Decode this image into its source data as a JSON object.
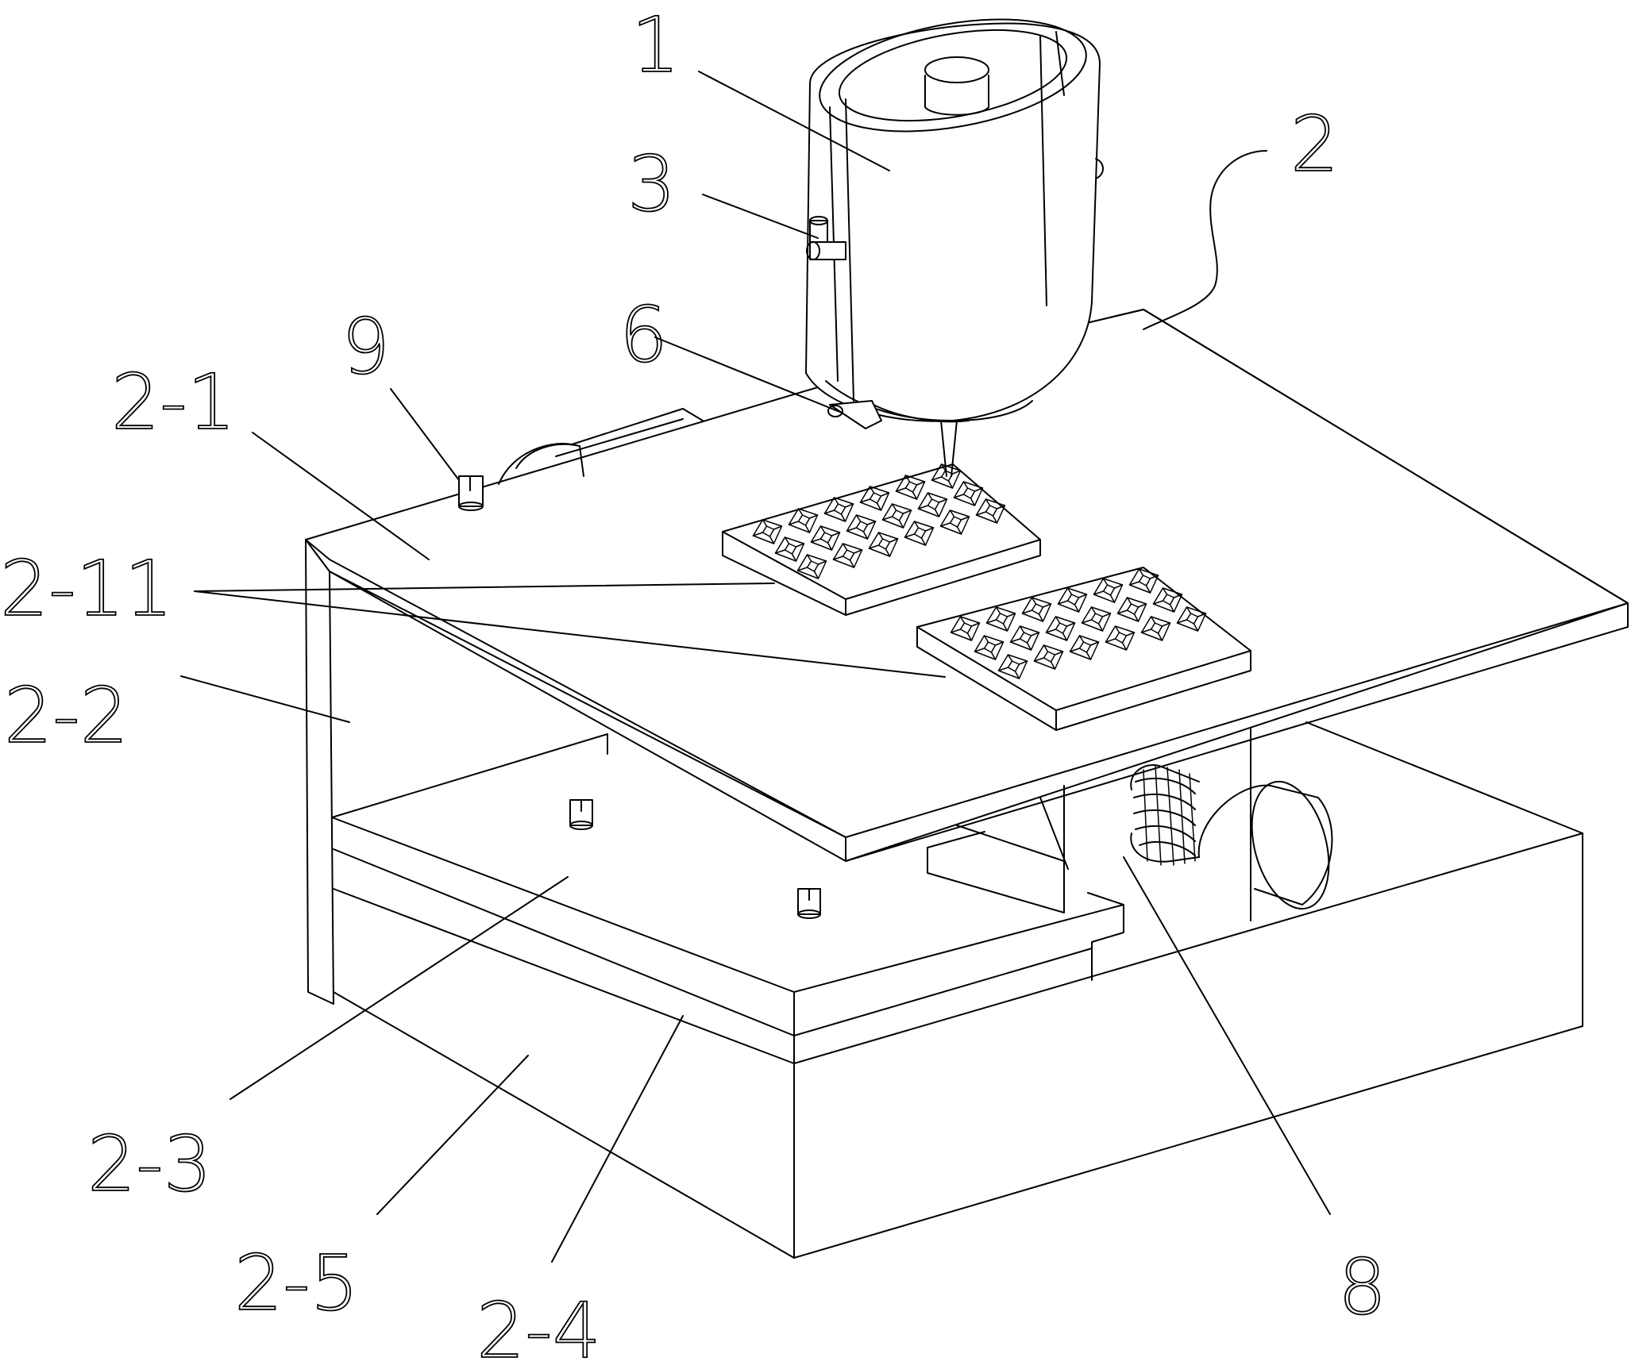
{
  "figure": {
    "labels": [
      {
        "id": "1",
        "text": "1"
      },
      {
        "id": "2",
        "text": "2"
      },
      {
        "id": "3",
        "text": "3"
      },
      {
        "id": "6",
        "text": "6"
      },
      {
        "id": "9",
        "text": "9"
      },
      {
        "id": "2-1",
        "text": "2-1"
      },
      {
        "id": "2-11",
        "text": "2-11"
      },
      {
        "id": "2-2",
        "text": "2-2"
      },
      {
        "id": "2-3",
        "text": "2-3"
      },
      {
        "id": "2-5",
        "text": "2-5"
      },
      {
        "id": "2-4",
        "text": "2-4"
      },
      {
        "id": "8",
        "text": "8"
      }
    ]
  }
}
